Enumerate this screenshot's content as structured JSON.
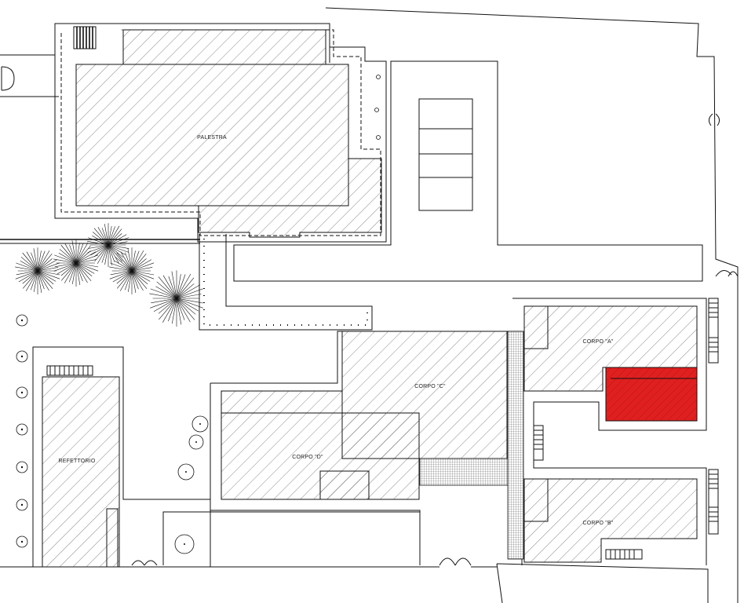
{
  "plan": {
    "labels": {
      "palestra": "PALESTRA",
      "corpo_a": "CORPO \"A\"",
      "corpo_b": "CORPO \"B\"",
      "corpo_c": "CORPO \"C\"",
      "corpo_d": "CORPO \"D\"",
      "refettorio": "REFETTORIO"
    },
    "highlight_color": "#e02020",
    "line_color": "#111111",
    "background": "#ffffff"
  }
}
